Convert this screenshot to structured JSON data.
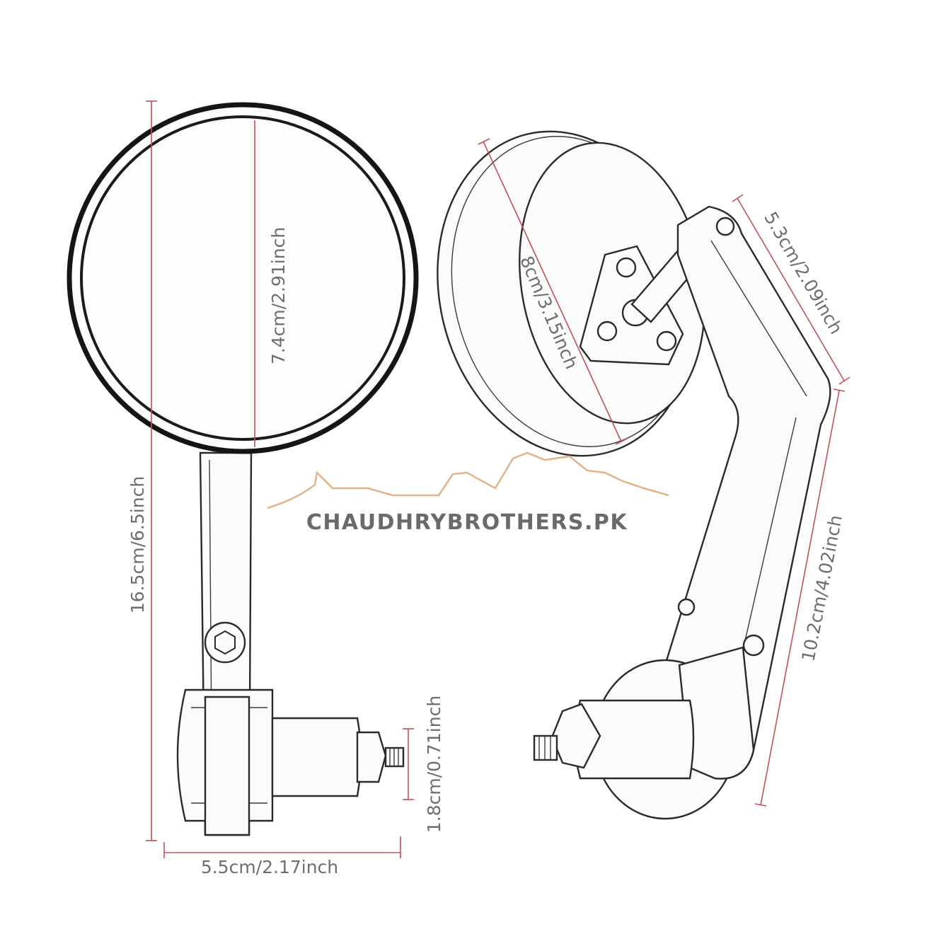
{
  "dimensions": {
    "left_total_height": "16.5cm/6.5inch",
    "left_mirror_diameter": "7.4cm/2.91inch",
    "left_bolt_length": "1.8cm/0.71inch",
    "left_base_width": "5.5cm/2.17inch",
    "right_mirror_diameter": "8cm/3.15inch",
    "right_upper_arm": "5.3cm/2.09inch",
    "right_lower_arm": "10.2cm/4.02inch"
  },
  "watermark": {
    "text": "CHAUDHRYBROTHERS.PK",
    "text_color": "#6a6a6a",
    "accent_color": "#e0b489"
  },
  "colors": {
    "dimension_line": "#c0505a",
    "dimension_text": "#6e6e6e",
    "sketch_stroke": "#2a2a2a"
  }
}
